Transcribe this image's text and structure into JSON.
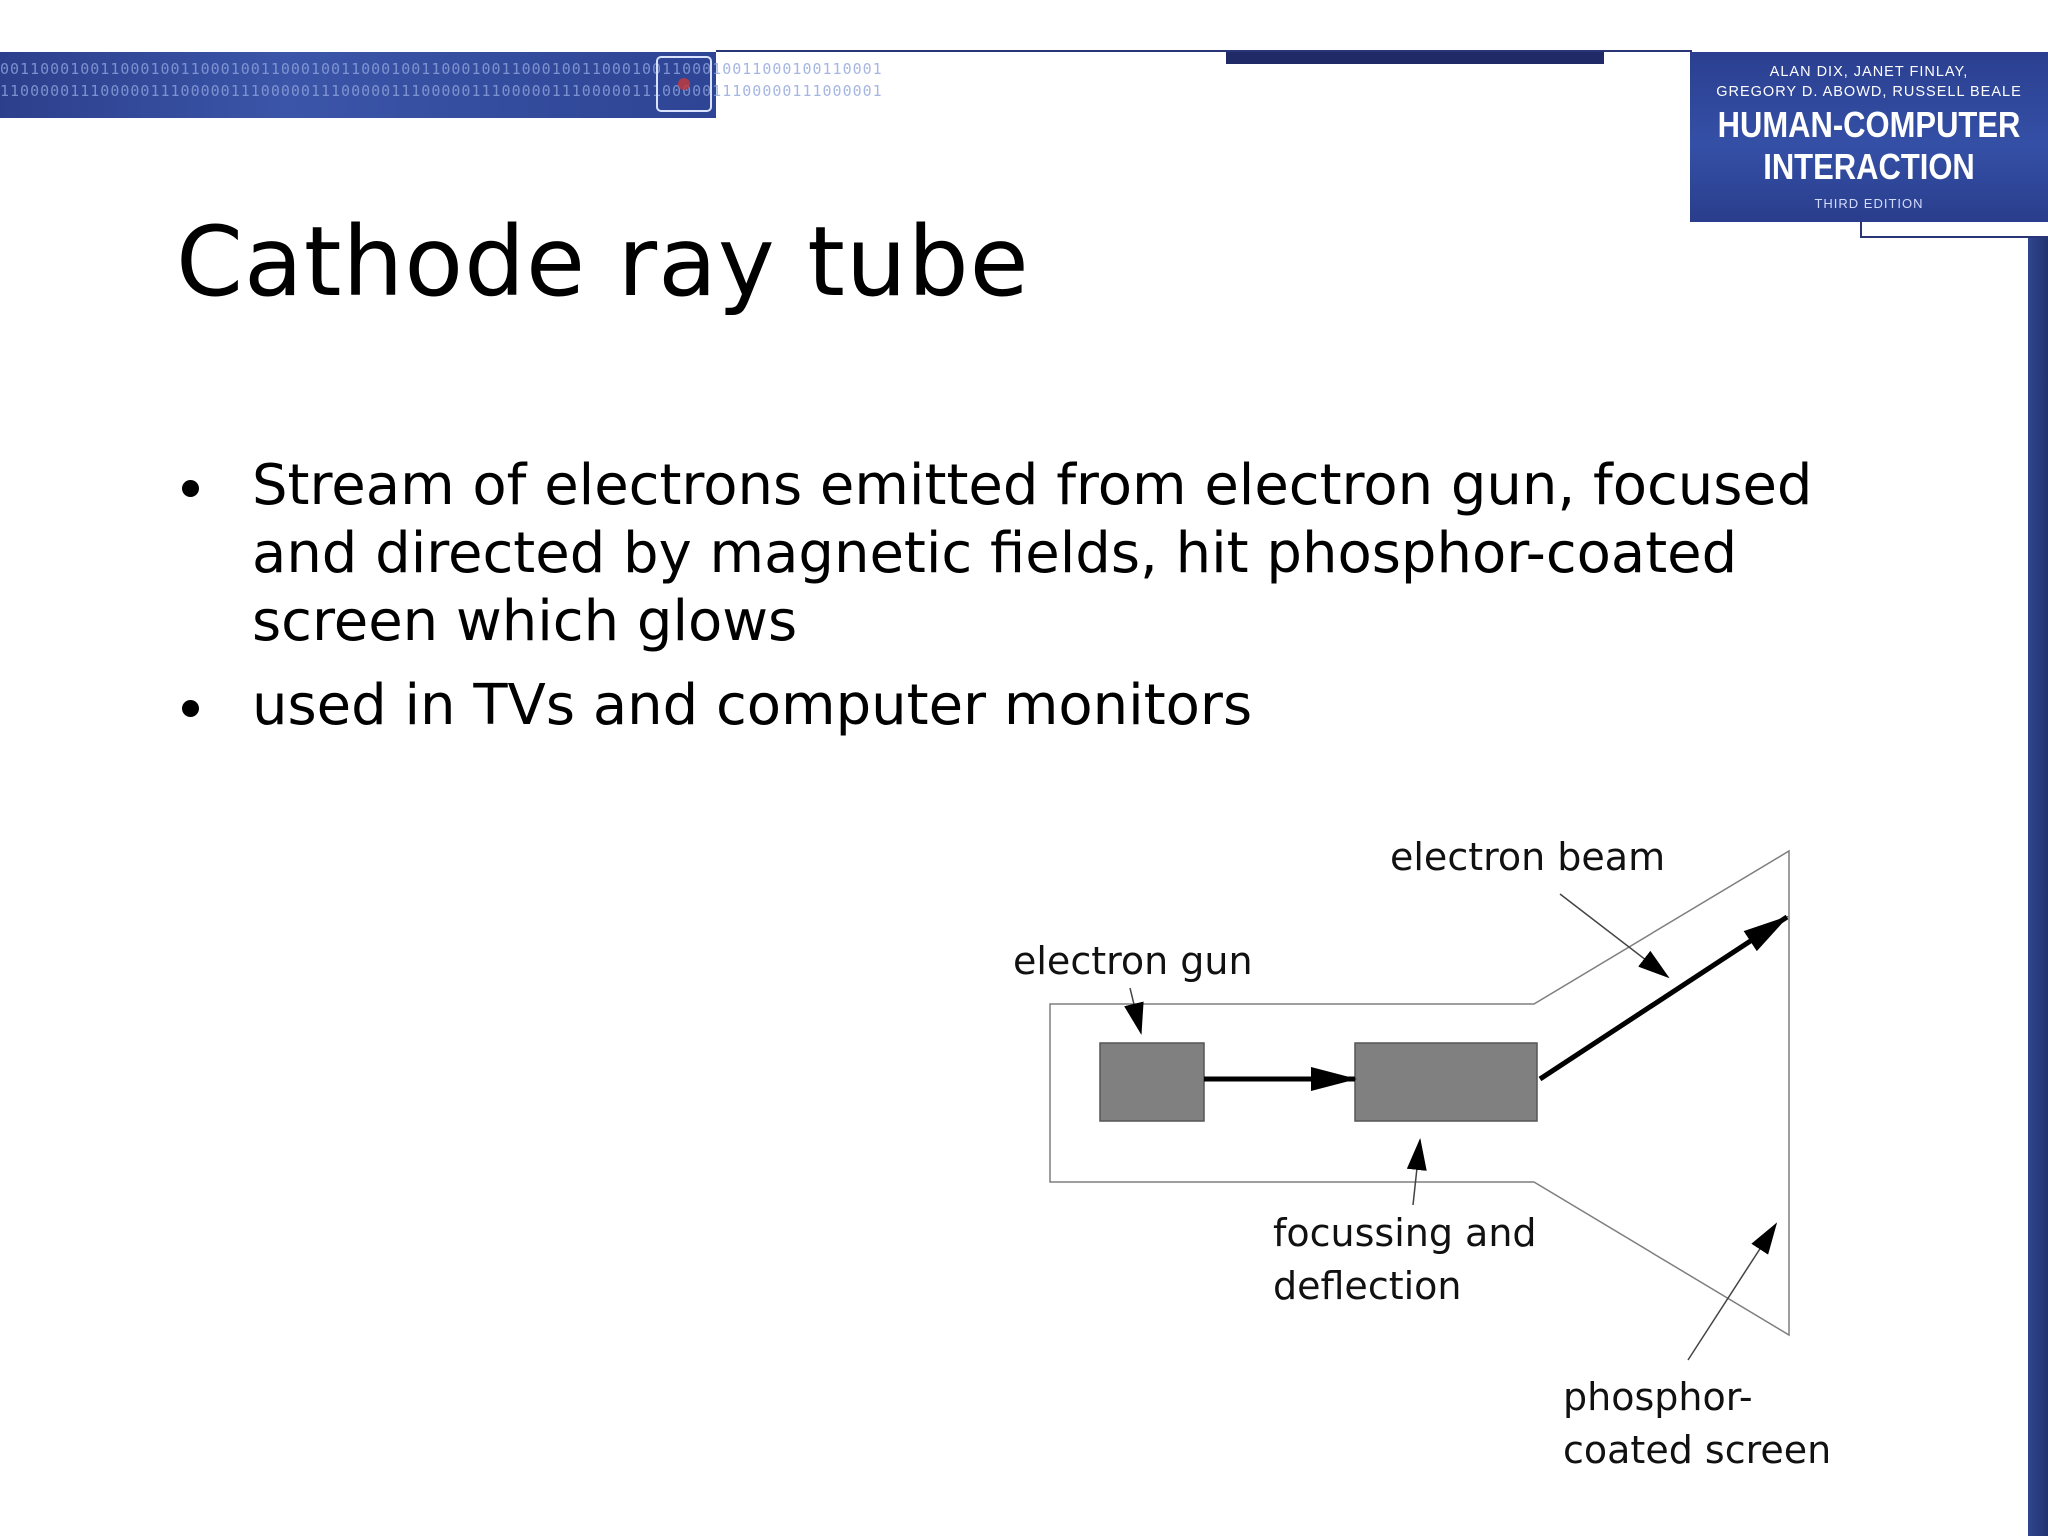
{
  "header": {
    "binary_row_1": "0011000100110001001100010011000100110001001100010011000100110001001100010011000100110001",
    "binary_row_2": "1100000111000001110000011100000111000001110000011100000111000001110000011100000111000001",
    "book": {
      "authors_line1": "ALAN DIX, JANET FINLAY,",
      "authors_line2": "GREGORY D. ABOWD, RUSSELL BEALE",
      "title_line1": "HUMAN-COMPUTER",
      "title_line2": "INTERACTION",
      "edition": "THIRD EDITION"
    },
    "brand_color": "#2c3f8c"
  },
  "slide": {
    "title": "Cathode ray tube",
    "bullets": [
      {
        "lines": [
          "Stream of electrons emitted from electron gun, focused",
          "and directed by magnetic fields, hit phosphor-coated",
          "screen which glows"
        ]
      },
      {
        "lines": [
          "used in TVs and computer monitors"
        ]
      }
    ]
  },
  "diagram": {
    "labels": {
      "electron_beam": "electron beam",
      "electron_gun": "electron gun",
      "focussing_line1": "focussing and",
      "focussing_line2": "deflection",
      "phosphor_line1": "phosphor-",
      "phosphor_line2": "coated screen"
    },
    "component_color": "#808080"
  }
}
